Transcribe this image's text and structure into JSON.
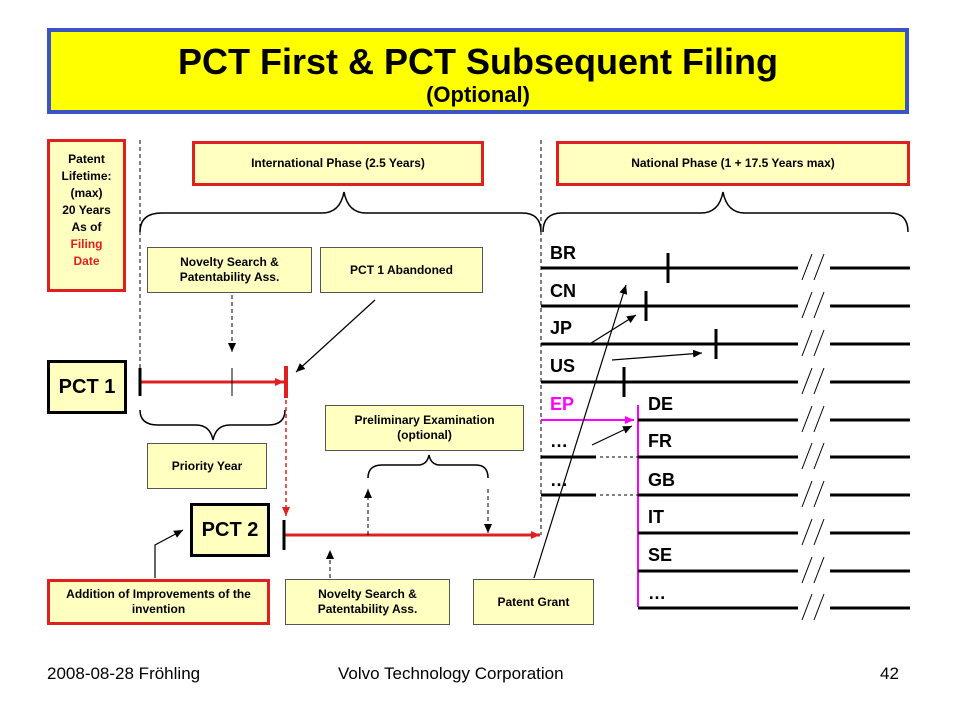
{
  "title": {
    "main": "PCT First & PCT Subsequent Filing",
    "sub": "(Optional)"
  },
  "lifetime": {
    "line1": "Patent",
    "line2": "Lifetime:",
    "line3": "(max)",
    "line4": "20 Years",
    "line5": "As of",
    "line6": "Filing",
    "line7": "Date"
  },
  "phases": {
    "international": "International Phase (2.5 Years)",
    "national": "National Phase (1 + 17.5 Years max)"
  },
  "boxes": {
    "novelty_top": "Novelty Search & Patentability Ass.",
    "pct1_abandoned": "PCT 1 Abandoned",
    "priority_year": "Priority Year",
    "prelim_exam": "Preliminary Examination (optional)",
    "addition": "Addition of Improvements of the invention",
    "novelty_bottom": "Novelty Search & Patentability Ass.",
    "patent_grant": "Patent Grant"
  },
  "pct": {
    "first": "PCT 1",
    "second": "PCT 2"
  },
  "countries": [
    "BR",
    "CN",
    "JP",
    "US",
    "EP",
    "…",
    "…"
  ],
  "ep_countries": [
    "DE",
    "FR",
    "GB",
    "IT",
    "SE",
    "…"
  ],
  "colors": {
    "title_bg": "#ffff00",
    "title_border": "#3a54c8",
    "box_bg": "#ffffc0",
    "red": "#e02020",
    "magenta": "#ff00ff"
  },
  "footer": {
    "left": "2008-08-28 Fröhling",
    "center": "Volvo Technology Corporation",
    "page": "42"
  }
}
